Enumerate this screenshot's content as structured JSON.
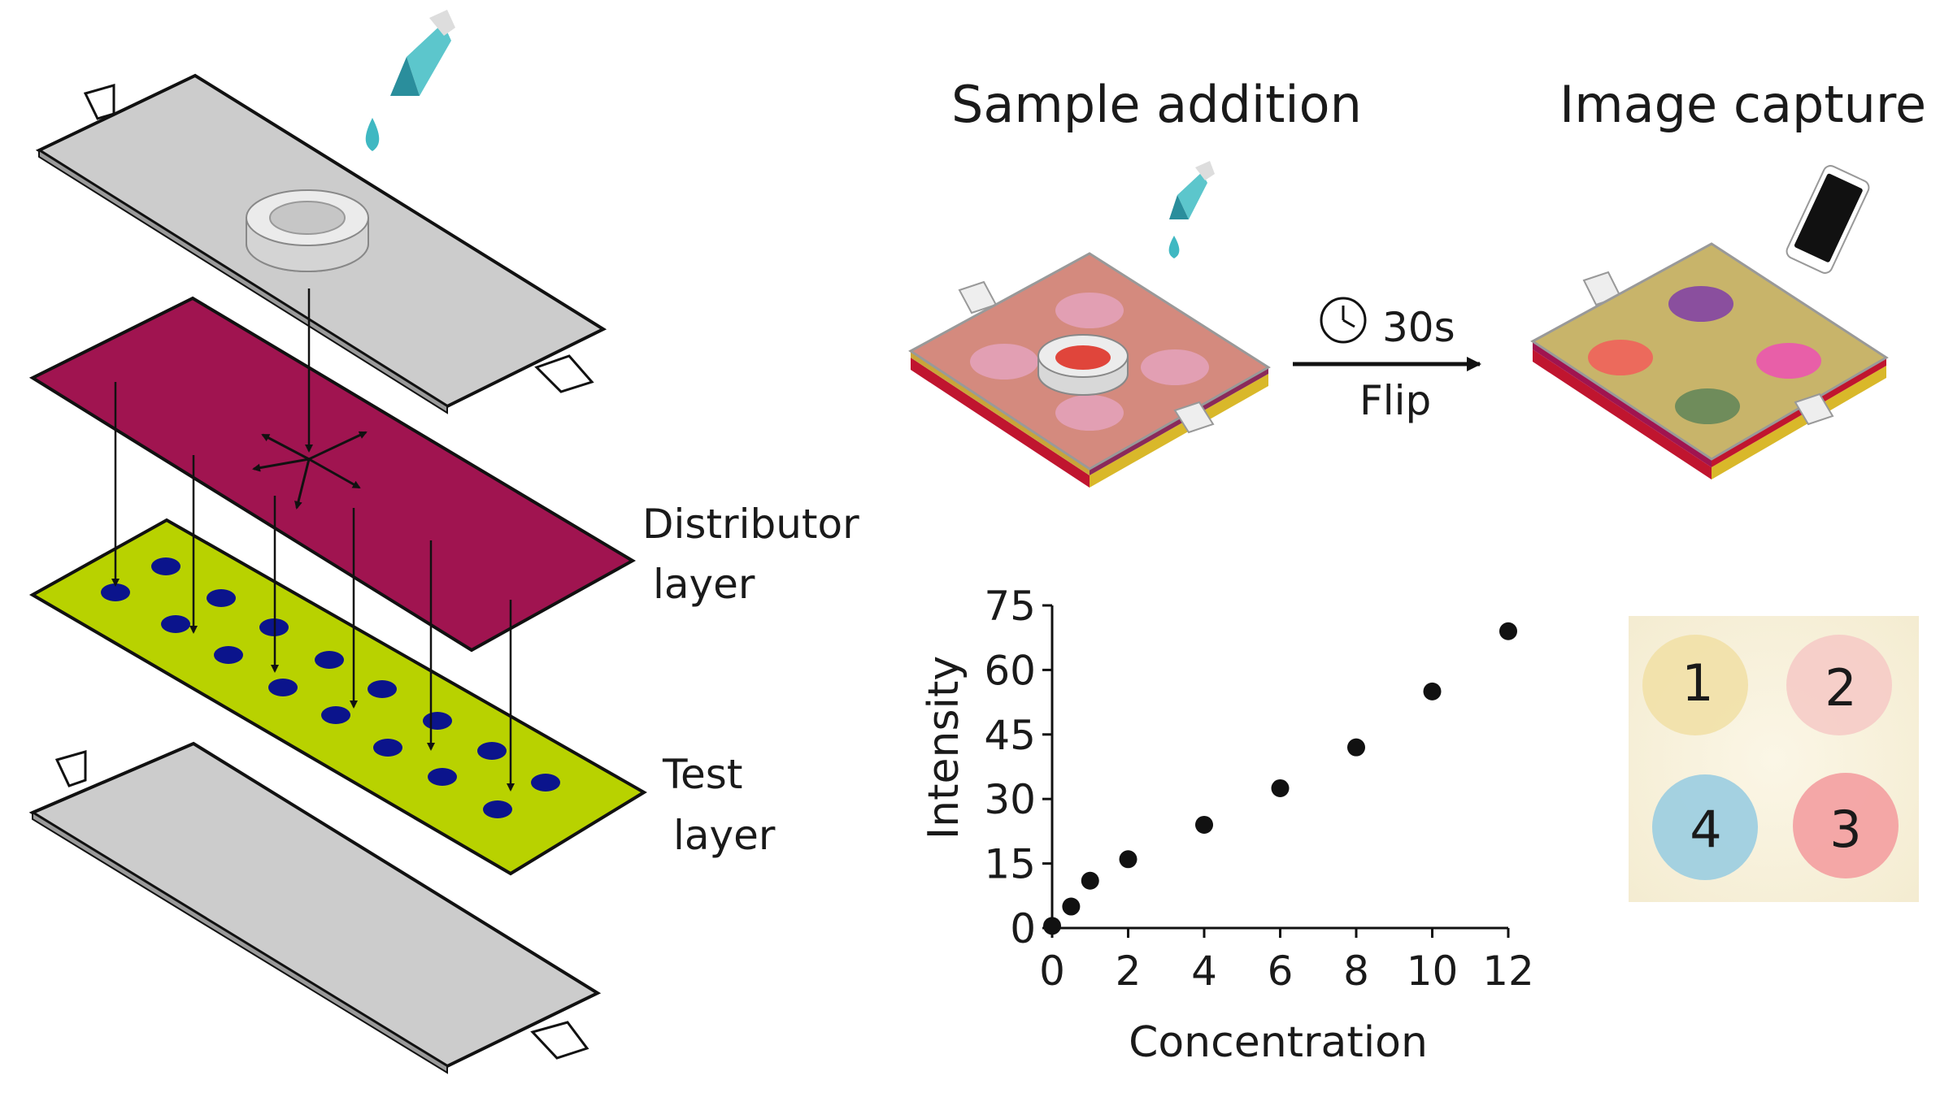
{
  "labels": {
    "distributor_line1": "Distributor",
    "distributor_line2": "layer",
    "test_line1": "Test",
    "test_line2": "layer",
    "sample_addition": "Sample addition",
    "image_capture": "Image capture",
    "timer": "30s",
    "flip": "Flip"
  },
  "colors": {
    "distributor": "#a01450",
    "test_layer": "#b8d200",
    "test_spots": "#0b148c",
    "cover": "#cccccc",
    "drop": "#3fb8c2",
    "spot_purple": "#8a4f9e",
    "spot_red": "#ec6a5c",
    "spot_pink": "#e85fa8",
    "spot_green": "#6f8c5b"
  },
  "photo_spots": [
    {
      "label": "1",
      "color": "#f1dfa4"
    },
    {
      "label": "2",
      "color": "#f6c9c5"
    },
    {
      "label": "4",
      "color": "#9fcfe0"
    },
    {
      "label": "3",
      "color": "#f3a2a3"
    }
  ],
  "chart_data": {
    "type": "scatter",
    "xlabel": "Concentration",
    "ylabel": "Intensity",
    "xlim": [
      0,
      12
    ],
    "ylim": [
      0,
      75
    ],
    "xticks": [
      0,
      2,
      4,
      6,
      8,
      10,
      12
    ],
    "yticks": [
      0,
      15,
      30,
      45,
      60,
      75
    ],
    "points": [
      {
        "x": 0,
        "y": 0.5
      },
      {
        "x": 0.5,
        "y": 5
      },
      {
        "x": 1,
        "y": 11
      },
      {
        "x": 2,
        "y": 16
      },
      {
        "x": 4,
        "y": 24
      },
      {
        "x": 6,
        "y": 32.5
      },
      {
        "x": 8,
        "y": 42
      },
      {
        "x": 10,
        "y": 55,
        "err": 2
      },
      {
        "x": 12,
        "y": 69
      }
    ]
  }
}
